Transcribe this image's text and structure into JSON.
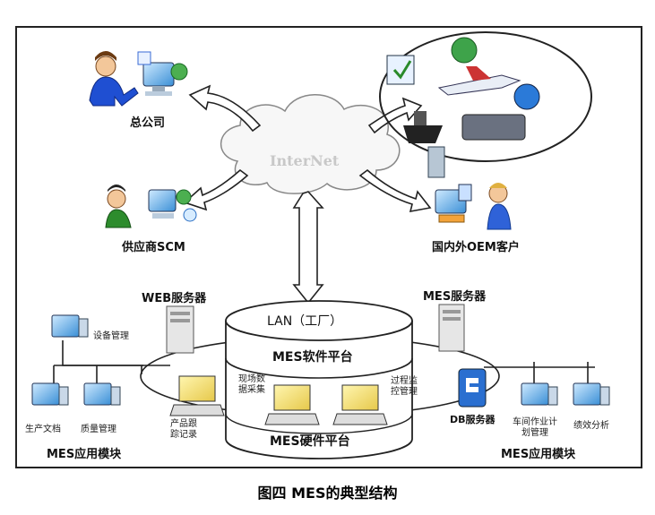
{
  "nodes": {
    "hq": "总公司",
    "supplier": "供应商SCM",
    "oem": "国内外OEM客户",
    "internet": "InterNet",
    "web_server": "WEB服务器",
    "mes_server": "MES服务器",
    "lan": "LAN（工厂）",
    "mes_software": "MES软件平台",
    "mes_hardware": "MES硬件平台",
    "db_server": "DB服务器",
    "data_collect": "现场数\n据采集",
    "process_monitor": "过程监\n控管理",
    "product_trace": "产品跟\n踪记录",
    "left_module": "MES应用模块",
    "right_module": "MES应用模块",
    "equip_mgmt": "设备管理",
    "prod_doc": "生产文档",
    "quality_mgmt": "质量管理",
    "shop_plan": "车间作业计\n划管理",
    "perf_analysis": "绩效分析"
  },
  "caption": "图四 MES的典型结构"
}
